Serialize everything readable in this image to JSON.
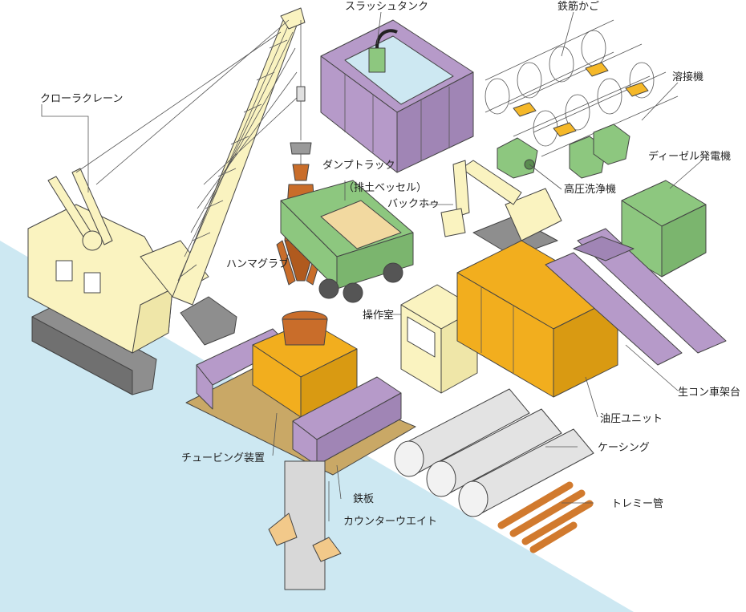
{
  "colors": {
    "crane": "#FAF3C0",
    "track": "#8E8E8E",
    "purple": "#B69AC9",
    "green": "#8DC77F",
    "orange_equipment": "#F2AE1E",
    "hammer_grab": "#C96D2A",
    "casing": "#E3E3E3",
    "tremie": "#D17A2E",
    "plate": "#C9A866",
    "water": "#CDE8F2",
    "yellow_tabs": "#F5B829",
    "sand": "#F2D9A0"
  },
  "labels": {
    "crawler_crane": "クローラクレーン",
    "slush_tank": "スラッシュタンク",
    "rebar_cage": "鉄筋かご",
    "welder": "溶接機",
    "dump_truck": "ダンプトラック",
    "dump_truck_note": "（排土ベッセル）",
    "backhoe": "バックホゥ",
    "high_pressure_washer": "高圧洗浄機",
    "diesel_generator": "ディーゼル発電機",
    "hammer_grab": "ハンマグラブ",
    "control_room": "操作室",
    "concrete_truck_ramp": "生コン車架台",
    "hydraulic_unit": "油圧ユニット",
    "tubing_device": "チュービング装置",
    "casing": "ケーシング",
    "steel_plate": "鉄板",
    "tremie_pipe": "トレミー管",
    "counterweight": "カウンターウエイト"
  }
}
